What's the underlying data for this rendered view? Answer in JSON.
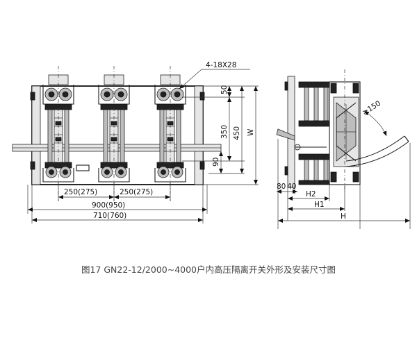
{
  "caption": "图17 GN22-12/2000~4000户内高压隔离开关外形及安装尺寸图",
  "front_view": {
    "hole_spec": "4-18X28",
    "dims": {
      "phase_pitch_1": "250(275)",
      "phase_pitch_2": "250(275)",
      "mount_span": "900(950)",
      "overall_width": "710(760)",
      "top_offset": "50",
      "height_350": "350",
      "height_450": "450",
      "height_w": "W",
      "bottom_offset": "90"
    }
  },
  "side_view": {
    "dims": {
      "angle": "≥150",
      "b80": "80",
      "b40": "40",
      "h2": "H2",
      "h1": "H1",
      "h": "H"
    }
  }
}
